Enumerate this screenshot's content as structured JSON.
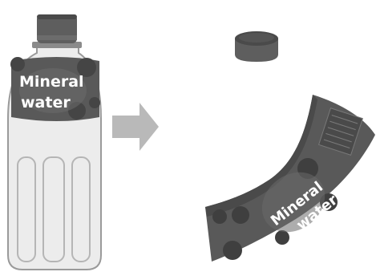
{
  "bottle": {
    "label_line1": "Mineral",
    "label_line2": "water"
  },
  "removed_label": {
    "label_line1": "Mineral",
    "label_line2": "water"
  },
  "colors": {
    "background": "#ffffff",
    "bottle_body": "#ececec",
    "bottle_outline": "#9a9a9a",
    "label": "#595959",
    "label_dark": "#454545",
    "cap": "#5e5e5e",
    "cap_top": "#4a4a4a",
    "arrow": "#b9b9b9",
    "text": "#ffffff"
  },
  "icons": {
    "bottle": "plastic-bottle-icon",
    "cap": "bottle-cap-icon",
    "arrow": "right-arrow-icon",
    "label": "peeled-label-icon"
  }
}
